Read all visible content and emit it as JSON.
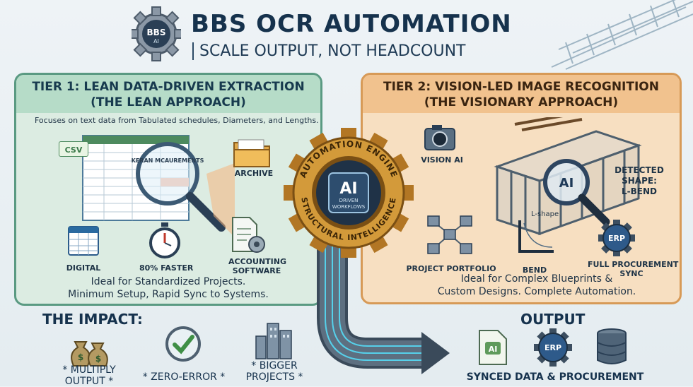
{
  "header": {
    "badge_text": "BBS",
    "badge_sub": "AI",
    "title": "BBS OCR AUTOMATION",
    "subtitle": "SCALE OUTPUT, NOT HEADCOUNT"
  },
  "tier1": {
    "title_line1": "TIER 1: LEAN DATA-DRIVEN EXTRACTION",
    "title_line2": "(THE LEAN APPROACH)",
    "description": "Focuses on text data from Tabulated schedules, Diameters, and Lengths.",
    "csv_label": "CSV",
    "sheet_header": "KERAN MCAUREMENTS",
    "archive_label": "ARCHIVE",
    "digital_label": "DIGITAL",
    "faster_label": "80% FASTER",
    "accounting_line1": "ACCOUNTING",
    "accounting_line2": "SOFTWARE",
    "ideal_line1": "Ideal for Standardized Projects.",
    "ideal_line2": "Minimum Setup, Rapid Sync to Systems."
  },
  "engine": {
    "ring_top": "AUTOMATION ENGINE",
    "ring_bottom": "STRUCTURAL INTELLIGENCE",
    "chip_main": "AI",
    "chip_sub1": "DRIVEN",
    "chip_sub2": "WORKFLOWS"
  },
  "tier2": {
    "title_line1": "TIER 2: VISION-LED IMAGE RECOGNITION",
    "title_line2": "(THE VISIONARY APPROACH)",
    "vision_label": "VISION AI",
    "lens_text": "AI",
    "detected_line1": "DETECTED",
    "detected_line2": "SHAPE:",
    "detected_line3": "L-BEND",
    "lshape_label": "L-shape",
    "portfolio_label": "PROJECT PORTFOLIO",
    "bend_label": "BEND",
    "erp_text": "ERP",
    "procurement_line1": "FULL PROCUREMENT",
    "procurement_line2": "SYNC",
    "ideal_line1": "Ideal for Complex Blueprints &",
    "ideal_line2": "Custom Designs. Complete Automation."
  },
  "impact": {
    "heading": "THE IMPACT:",
    "items": [
      {
        "line1": "* MULTIPLY",
        "line2": "OUTPUT *"
      },
      {
        "line1": "* ZERO-ERROR *",
        "line2": ""
      },
      {
        "line1": "* BIGGER",
        "line2": "PROJECTS *"
      }
    ],
    "money_symbol": "$"
  },
  "output": {
    "heading": "OUTPUT",
    "doc_text": "AI",
    "erp_text": "ERP",
    "caption": "SYNCED DATA & PROCUREMENT"
  },
  "colors": {
    "tier1_bg": "#dcece2",
    "tier2_bg": "#f7dfc1",
    "gear": "#c98a2b",
    "navy": "#16324d"
  }
}
